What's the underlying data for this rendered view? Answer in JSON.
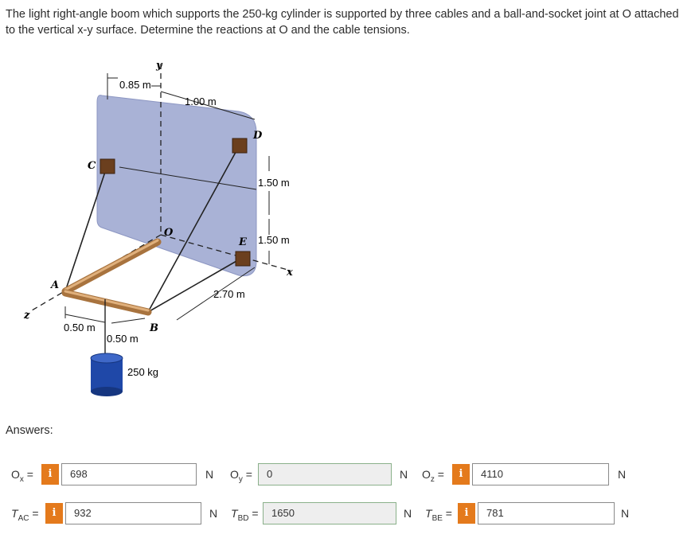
{
  "problem": {
    "text": "The light right-angle boom which supports the 250-kg cylinder is supported by three cables and a ball-and-socket joint at O attached to the vertical x-y surface. Determine the reactions at O and the cable tensions."
  },
  "figure": {
    "labels": {
      "y": "y",
      "x": "x",
      "z": "z",
      "dim_085": "0.85 m",
      "dim_100": "1.00 m",
      "dim_150a": "1.50 m",
      "dim_150b": "1.50 m",
      "dim_270": "2.70 m",
      "dim_050a": "0.50 m",
      "dim_050b": "0.50 m",
      "mass": "250 kg",
      "A": "A",
      "B": "B",
      "C": "C",
      "D": "D",
      "E": "E",
      "O": "O"
    },
    "colors": {
      "wall": "#a9b2d6",
      "boom": "#c8935a",
      "cylinder": "#1f48a8",
      "bracket": "#6b3f1e"
    }
  },
  "answers": {
    "label": "Answers:",
    "info_glyph": "i",
    "rows": [
      [
        {
          "sym": "O",
          "sub": "x",
          "eq": "=",
          "value": "698",
          "unit": "N"
        },
        {
          "sym": "O",
          "sub": "y",
          "eq": "=",
          "value": "0",
          "unit": "N"
        },
        {
          "sym": "O",
          "sub": "z",
          "eq": "=",
          "value": "4110",
          "unit": "N"
        }
      ],
      [
        {
          "sym": "T",
          "sub": "AC",
          "eq": "=",
          "value": "932",
          "unit": "N"
        },
        {
          "sym": "T",
          "sub": "BD",
          "eq": "=",
          "value": "1650",
          "unit": "N"
        },
        {
          "sym": "T",
          "sub": "BE",
          "eq": "=",
          "value": "781",
          "unit": "N"
        }
      ]
    ]
  }
}
